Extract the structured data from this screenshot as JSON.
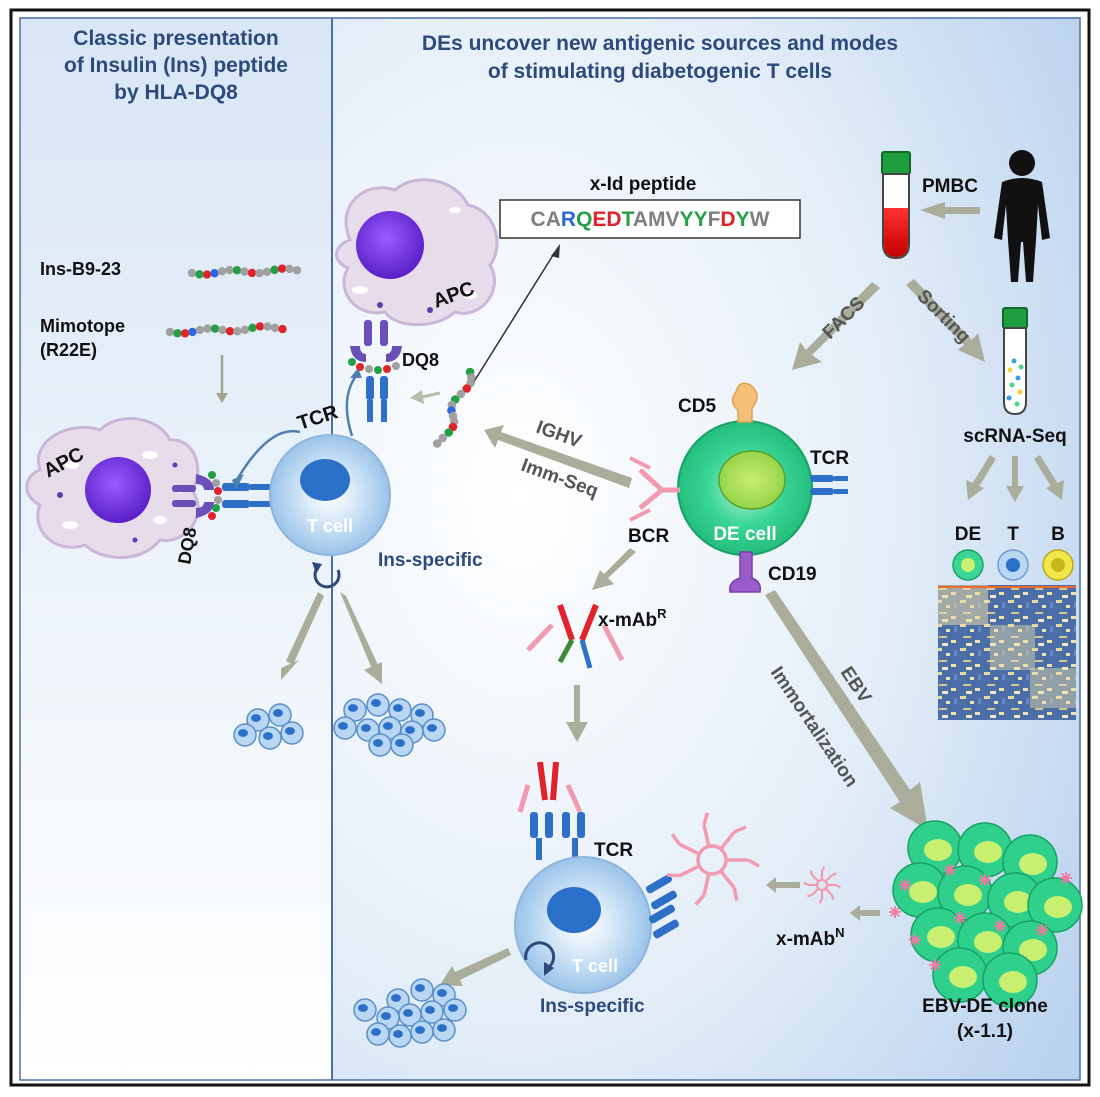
{
  "left_panel": {
    "title_lines": [
      "Classic presentation",
      "of Insulin (Ins) peptide",
      "by HLA-DQ8"
    ],
    "peptide_label": "Ins-B9-23",
    "mimotope_label_lines": [
      "Mimotope",
      "(R22E)"
    ],
    "apc_label": "APC",
    "dq8_label": "DQ8",
    "tcr_label": "TCR",
    "tcell_label": "T cell"
  },
  "right_panel": {
    "title_lines": [
      "DEs uncover new antigenic sources and modes",
      "of stimulating diabetogenic T cells"
    ],
    "apc_label": "APC",
    "dq8_label": "DQ8",
    "ins_specific_label": "Ins-specific",
    "xid_title": "x-Id peptide",
    "xid_sequence": [
      {
        "ch": "C",
        "color": "#7f7f7f"
      },
      {
        "ch": "A",
        "color": "#7f7f7f"
      },
      {
        "ch": "R",
        "color": "#2e66e0"
      },
      {
        "ch": "Q",
        "color": "#22a045"
      },
      {
        "ch": "E",
        "color": "#e0222a"
      },
      {
        "ch": "D",
        "color": "#e0222a"
      },
      {
        "ch": "T",
        "color": "#22a045"
      },
      {
        "ch": "A",
        "color": "#7f7f7f"
      },
      {
        "ch": "M",
        "color": "#7f7f7f"
      },
      {
        "ch": "V",
        "color": "#7f7f7f"
      },
      {
        "ch": "Y",
        "color": "#22a045"
      },
      {
        "ch": "Y",
        "color": "#22a045"
      },
      {
        "ch": "F",
        "color": "#7f7f7f"
      },
      {
        "ch": "D",
        "color": "#e0222a"
      },
      {
        "ch": "Y",
        "color": "#22a045"
      },
      {
        "ch": "W",
        "color": "#7f7f7f"
      }
    ],
    "pmbc_label": "PMBC",
    "facs_label": "FACS",
    "sorting_label": "Sorting",
    "scrnaseq_label": "scRNA-Seq",
    "cluster_labels": [
      "DE",
      "T",
      "B"
    ],
    "ighv_label": "IGHV",
    "immseq_label": "Imm-Seq",
    "cd5_label": "CD5",
    "tcr_label": "TCR",
    "bcr_label": "BCR",
    "de_cell_label": "DE cell",
    "cd19_label": "CD19",
    "xmab_r_base": "x-mAb",
    "xmab_r_sup": "R",
    "ebv_label": "EBV",
    "immortalization_label": "Immortalization",
    "tcr2_label": "TCR",
    "tcell2_label": "T cell",
    "ins_specific2_label": "Ins-specific",
    "xmab_n_base": "x-mAb",
    "xmab_n_sup": "N",
    "clone_label_lines": [
      "EBV-DE clone",
      "(x-1.1)"
    ]
  },
  "colors": {
    "title_blue": "#2c4a7c",
    "tcell_blue": "#8fbde6",
    "de_green": "#2fcf8c",
    "apc_purple": "#6f2fe0",
    "arrow_gray": "#a9ad9a"
  }
}
